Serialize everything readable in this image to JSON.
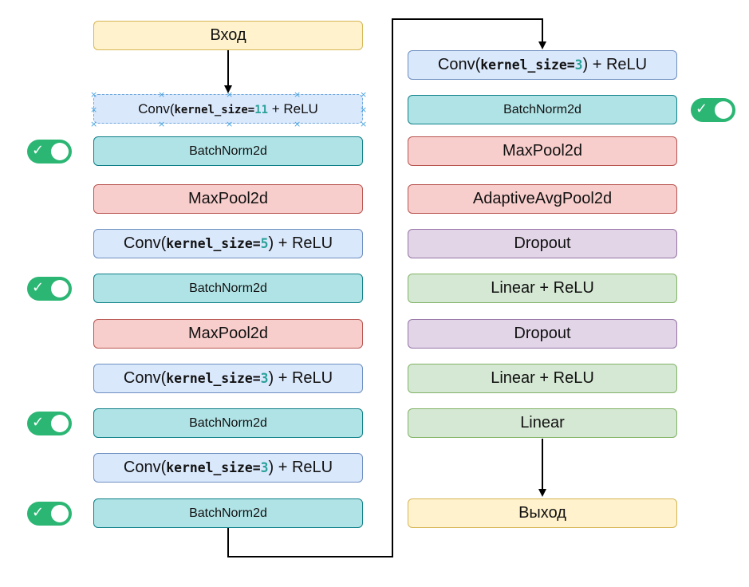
{
  "input": {
    "label": "Вход"
  },
  "output": {
    "label": "Выход"
  },
  "left_column": [
    {
      "type": "conv",
      "prefix": "Conv(",
      "kw": "kernel_size=",
      "num": "11",
      "suffix": " + ReLU"
    },
    {
      "type": "bn",
      "label": "BatchNorm2d"
    },
    {
      "type": "pool",
      "label": "MaxPool2d"
    },
    {
      "type": "conv",
      "prefix": "Conv(",
      "kw": "kernel_size=",
      "num": "5",
      "suffix": ") + ReLU"
    },
    {
      "type": "bn",
      "label": "BatchNorm2d"
    },
    {
      "type": "pool",
      "label": "MaxPool2d"
    },
    {
      "type": "conv",
      "prefix": "Conv(",
      "kw": "kernel_size=",
      "num": "3",
      "suffix": ") + ReLU"
    },
    {
      "type": "bn",
      "label": "BatchNorm2d"
    },
    {
      "type": "conv",
      "prefix": "Conv(",
      "kw": "kernel_size=",
      "num": "3",
      "suffix": ") + ReLU"
    },
    {
      "type": "bn",
      "label": "BatchNorm2d"
    }
  ],
  "right_column": [
    {
      "type": "conv",
      "prefix": "Conv(",
      "kw": "kernel_size=",
      "num": "3",
      "suffix": ") + ReLU"
    },
    {
      "type": "bn",
      "label": "BatchNorm2d"
    },
    {
      "type": "pool",
      "label": "MaxPool2d"
    },
    {
      "type": "pool",
      "label": "AdaptiveAvgPool2d"
    },
    {
      "type": "dropout",
      "label": "Dropout"
    },
    {
      "type": "linear",
      "label": "Linear + ReLU"
    },
    {
      "type": "dropout",
      "label": "Dropout"
    },
    {
      "type": "linear",
      "label": "Linear + ReLU"
    },
    {
      "type": "linear",
      "label": "Linear"
    }
  ],
  "toggles": {
    "state": "on",
    "icon": "check-icon",
    "color": "#2bb673"
  },
  "colors": {
    "input_output": "#fff2cc",
    "conv": "#dae8fc",
    "batchnorm": "#b0e3e6",
    "pool": "#f8cecc",
    "dropout": "#e1d5e7",
    "linear": "#d5e8d4",
    "kernel_number": "#2aa198"
  }
}
